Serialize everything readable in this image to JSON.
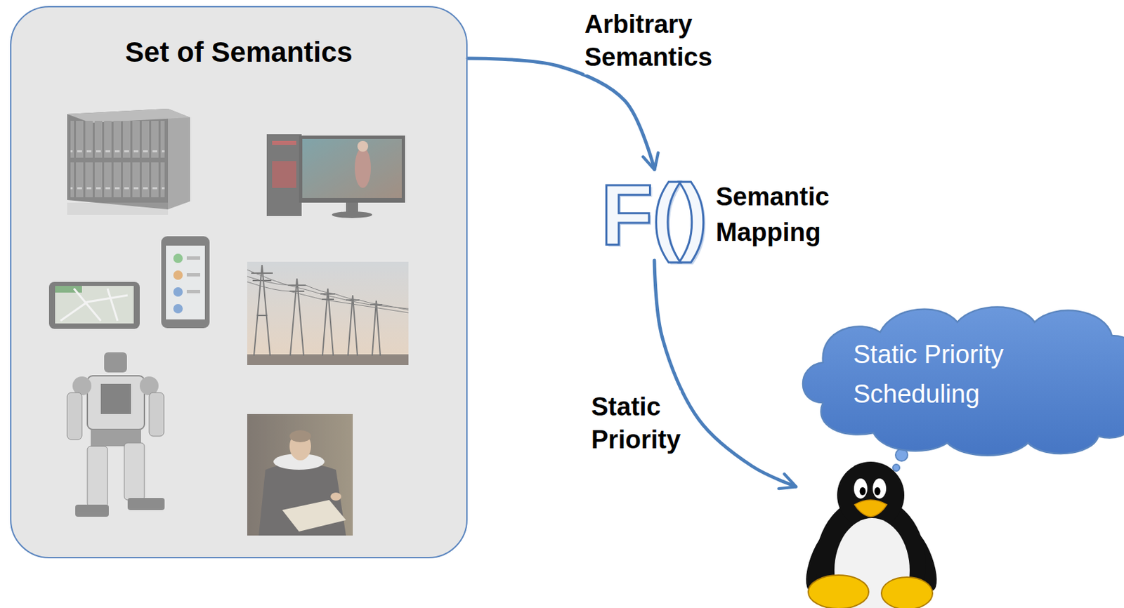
{
  "diagram": {
    "nodes": [
      {
        "text": [
          "Set of Semantics"
        ]
      },
      {
        "text": [
          "F()",
          "Semantic Mapping"
        ]
      },
      {
        "text": [
          "Static Priority Scheduling"
        ]
      }
    ],
    "edges": [
      {
        "from": 0,
        "to": 1,
        "label": "Arbitrary Semantics",
        "arrow": "to"
      },
      {
        "from": 1,
        "to": 2,
        "label": "Static Priority",
        "arrow": "to"
      }
    ]
  }
}
